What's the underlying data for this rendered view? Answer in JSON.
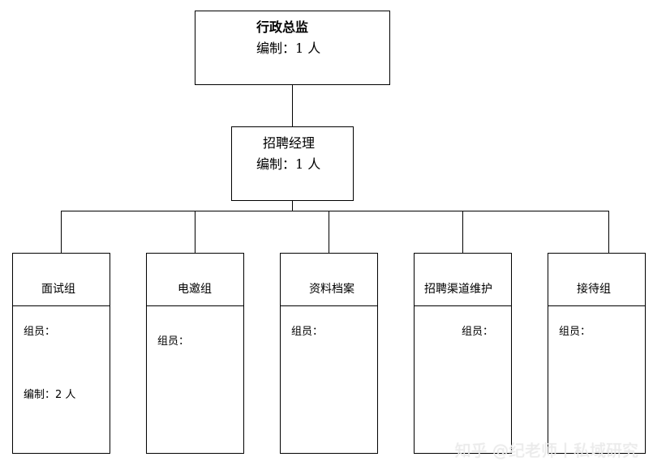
{
  "top": {
    "title": "行政总监",
    "quota": "编制：1 人"
  },
  "manager": {
    "title": "招聘经理",
    "quota": "编制：1 人"
  },
  "groups": [
    {
      "name": "面试组",
      "members": "组员：",
      "quota": "编制：2 人"
    },
    {
      "name": "电邀组",
      "members": "组员："
    },
    {
      "name": "资料档案",
      "members": "组员："
    },
    {
      "name": "招聘渠道维护",
      "members": "组员："
    },
    {
      "name": "接待组",
      "members": "组员："
    }
  ],
  "watermark": "知乎 @纪老师丨私域研究"
}
